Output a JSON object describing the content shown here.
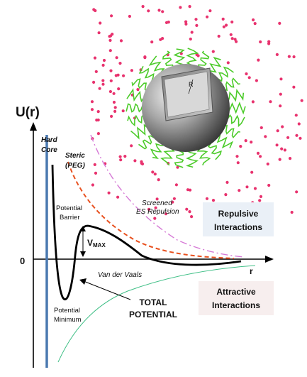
{
  "axes": {
    "y_label": "U(r)",
    "x_label": "r",
    "zero_label": "0"
  },
  "labels": {
    "hard_core_1": "Hard",
    "hard_core_2": "Core",
    "steric_1": "Steric",
    "steric_2": "(PEG)",
    "screened_1": "Screened",
    "screened_2": "ES Repulsion",
    "barrier_1": "Potential",
    "barrier_2": "Barrier",
    "vmax_main": "V",
    "vmax_sub": "MAX",
    "vdw": "Van der Vaals",
    "minimum_1": "Potential",
    "minimum_2": "Minimum",
    "total_1": "TOTAL",
    "total_2": "POTENTIAL",
    "sphere_radius": "R"
  },
  "boxes": {
    "repulsive_1": "Repulsive",
    "repulsive_2": "Interactions",
    "attractive_1": "Attractive",
    "attractive_2": "Interactions"
  },
  "colors": {
    "total_curve": "#000000",
    "steric_curve": "#e8501e",
    "screened_curve": "#d67ad6",
    "vdw_curve": "#3fbf86",
    "hard_core_wall": "#4a78b0",
    "ions": "#e8326e",
    "peg": "#4ccb2a",
    "sphere": "#8a8a8a"
  }
}
